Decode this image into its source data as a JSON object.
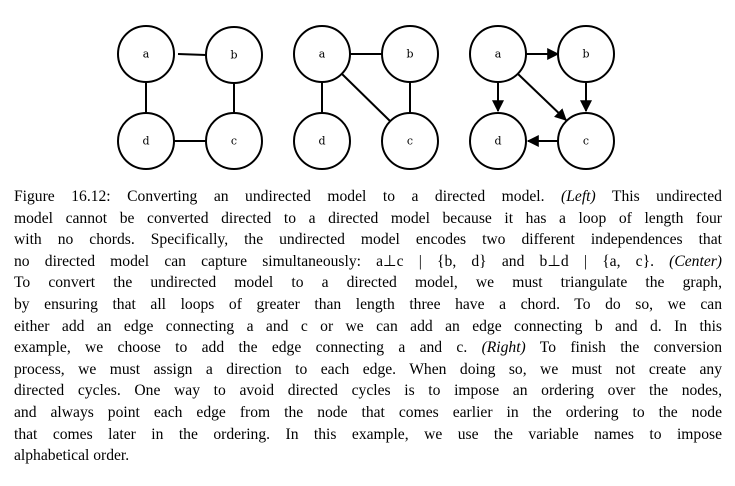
{
  "graphs": {
    "left": {
      "nodes": {
        "a": "a",
        "b": "b",
        "c": "c",
        "d": "d"
      }
    },
    "center": {
      "nodes": {
        "a": "a",
        "b": "b",
        "c": "c",
        "d": "d"
      }
    },
    "right": {
      "nodes": {
        "a": "a",
        "b": "b",
        "c": "c",
        "d": "d"
      }
    }
  },
  "caption": {
    "lines": [
      [
        "Figure 16.12: Converting an undirected model to a directed model. ",
        "(Left)",
        " This undirected"
      ],
      [
        "model cannot be converted directed to a directed model because it has a loop of length four"
      ],
      [
        "with no chords. Specifically, the undirected model encodes two different independences that"
      ],
      [
        "no directed model can capture simultaneously: a⊥c | {b, d} and b⊥d | {a, c}. ",
        "(Center)"
      ],
      [
        "To convert the undirected model to a directed model, we must triangulate the graph,"
      ],
      [
        "by ensuring that all loops of greater than length three have a chord. To do so, we can"
      ],
      [
        "either add an edge connecting a and c or we can add an edge connecting b and d. In this"
      ],
      [
        "example, we choose to add the edge connecting a and c. ",
        "(Right)",
        " To finish the conversion"
      ],
      [
        "process, we must assign a direction to each edge. When doing so, we must not create any"
      ],
      [
        "directed cycles. One way to avoid directed cycles is to impose an ordering over the nodes,"
      ],
      [
        "and always point each edge from the node that comes earlier in the ordering to the node"
      ],
      [
        "that comes later in the ordering. In this example, we use the variable names to impose"
      ],
      [
        "alphabetical order."
      ]
    ]
  }
}
